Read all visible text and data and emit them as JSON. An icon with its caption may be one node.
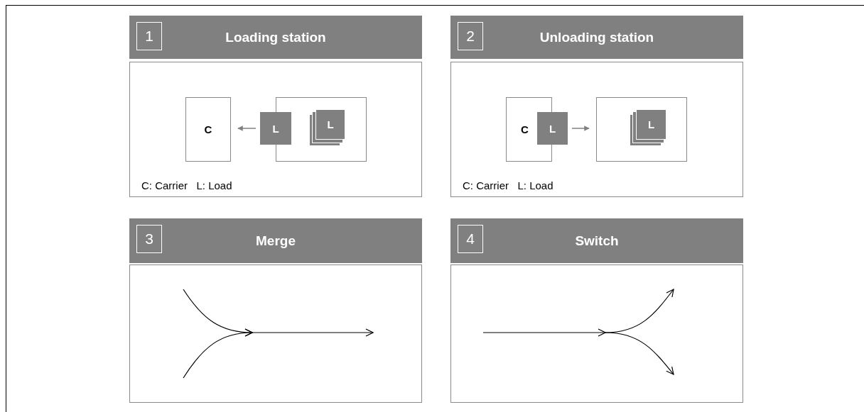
{
  "diagram": {
    "nodes": [
      {
        "text": [
          "Loading station"
        ]
      },
      {
        "text": [
          "1"
        ],
        "in": 0
      },
      {
        "text": [
          "C: Carrier   L: Load"
        ]
      },
      {
        "text": [
          "C"
        ],
        "in": 2
      },
      {
        "text": [
          "L"
        ],
        "in": 2
      },
      {
        "text": [],
        "shape": "box",
        "in": 2
      },
      {
        "text": [
          "L"
        ],
        "in": 5
      },
      {
        "text": [
          "Unloading station"
        ]
      },
      {
        "text": [
          "2"
        ],
        "in": 7
      },
      {
        "text": [
          "C: Carrier   L: Load"
        ]
      },
      {
        "text": [
          "C"
        ],
        "in": 9
      },
      {
        "text": [
          "L"
        ],
        "in": 9
      },
      {
        "text": [],
        "shape": "box",
        "in": 9
      },
      {
        "text": [
          "L"
        ],
        "in": 12
      },
      {
        "text": [
          "Merge"
        ]
      },
      {
        "text": [
          "3"
        ],
        "in": 14
      },
      {
        "text": [],
        "shape": "box"
      },
      {
        "text": [
          "Switch"
        ]
      },
      {
        "text": [
          "4"
        ],
        "in": 17
      },
      {
        "text": [],
        "shape": "box"
      }
    ],
    "edges": [
      {
        "from": 4,
        "to": 3,
        "arrow": "to"
      },
      {
        "from": 11,
        "to": 12,
        "arrow": "to"
      }
    ]
  }
}
